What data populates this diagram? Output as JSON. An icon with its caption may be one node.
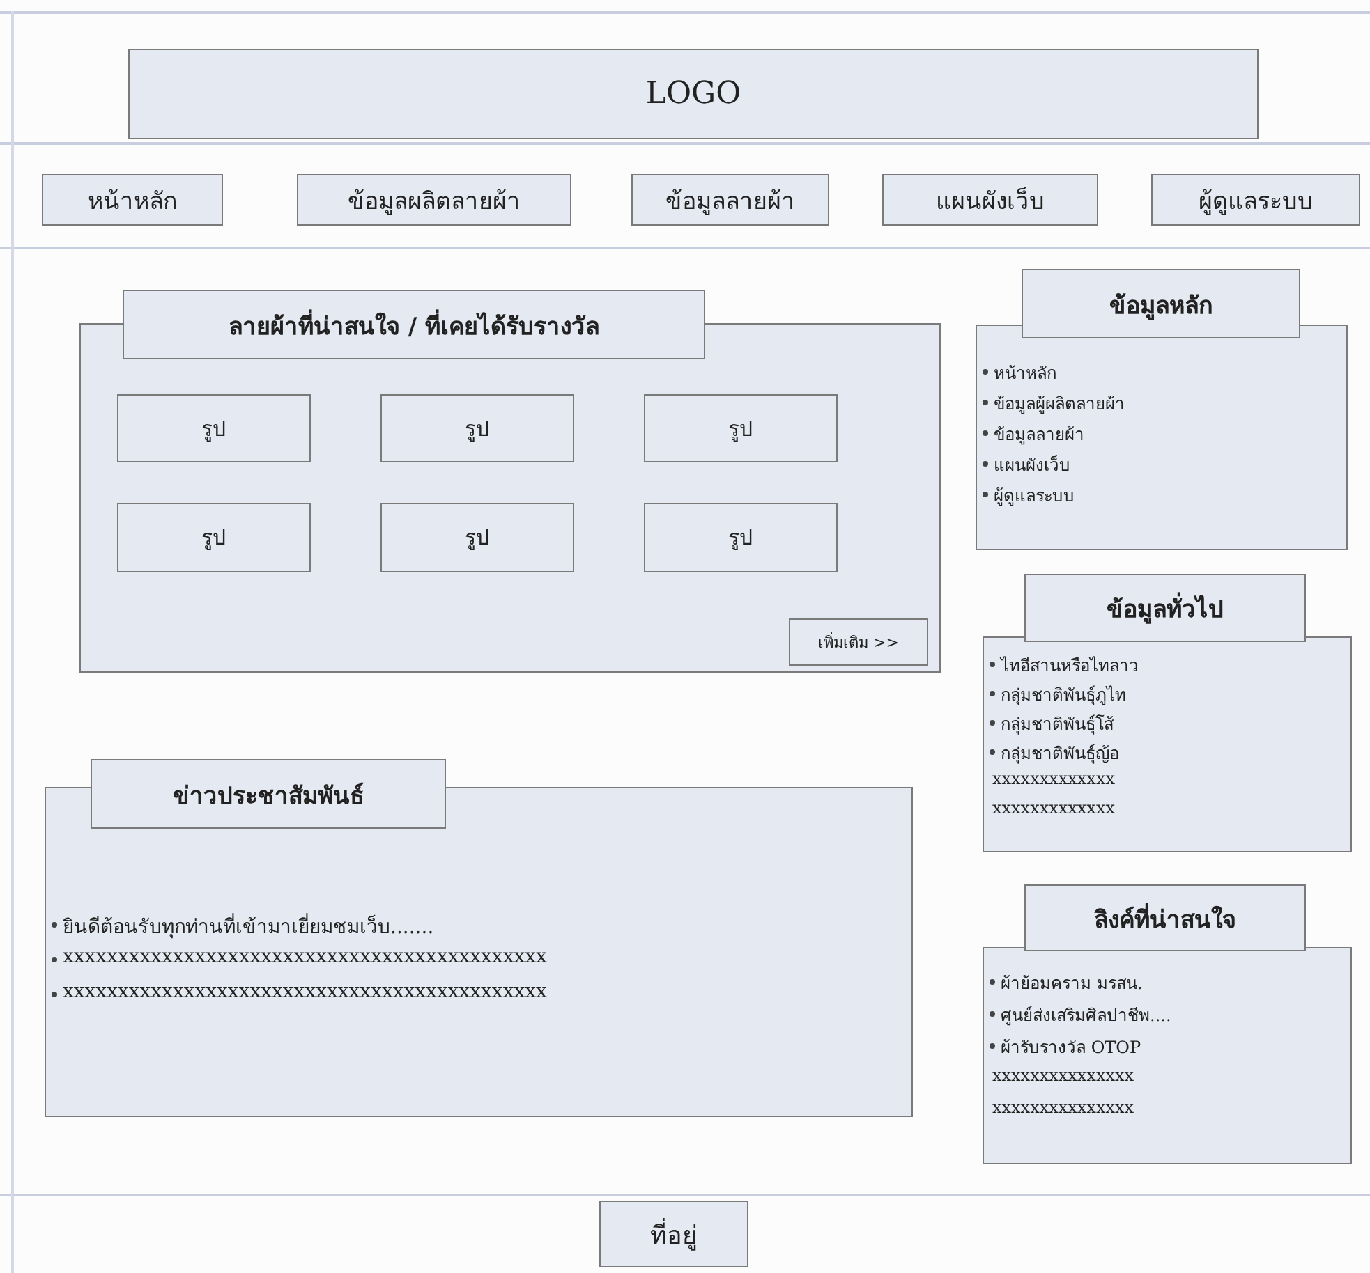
{
  "diagram": {
    "nodes": [
      {
        "text": [
          "LOGO"
        ]
      },
      {
        "text": [
          "หน้าหลัก"
        ]
      },
      {
        "text": [
          "ข้อมูลผลิตลายผ้า"
        ]
      },
      {
        "text": [
          "ข้อมูลลายผ้า"
        ]
      },
      {
        "text": [
          "แผนผังเว็บ"
        ]
      },
      {
        "text": [
          "ผู้ดูแลระบบ"
        ]
      },
      {
        "text": [
          "ลายผ้าที่น่าสนใจ / ที่เคยได้รับรางวัล"
        ]
      },
      {
        "text": [
          "รูป"
        ],
        "in": 6
      },
      {
        "text": [
          "รูป"
        ],
        "in": 6
      },
      {
        "text": [
          "รูป"
        ],
        "in": 6
      },
      {
        "text": [
          "รูป"
        ],
        "in": 6
      },
      {
        "text": [
          "รูป"
        ],
        "in": 6
      },
      {
        "text": [
          "รูป"
        ],
        "in": 6
      },
      {
        "text": [
          "เพิ่มเติม >>"
        ],
        "in": 6
      },
      {
        "text": [
          "ข่าวประชาสัมพันธ์",
          "ยินดีต้อนรับทุกท่านที่เข้ามาเยี่ยมชมเว็บ.......",
          "xxxxxxxxxxxxxxxxxxxxxxxxxxxxxxxxxxxxxxxxxxxx",
          "xxxxxxxxxxxxxxxxxxxxxxxxxxxxxxxxxxxxxxxxxxxx"
        ]
      },
      {
        "text": [
          "ข้อมูลหลัก",
          "หน้าหลัก",
          "ข้อมูลผู้ผลิตลายผ้า",
          "ข้อมูลลายผ้า",
          "แผนผังเว็บ",
          "ผู้ดูแลระบบ"
        ]
      },
      {
        "text": [
          "ข้อมูลทั่วไป",
          "ไทอีสานหรือไทลาว",
          "กลุ่มชาติพันธุ์ภูไท",
          "กลุ่มชาติพันธุ์โส้",
          "กลุ่มชาติพันธุ์ญ้อ",
          "xxxxxxxxxxxxx",
          "xxxxxxxxxxxxx"
        ]
      },
      {
        "text": [
          "ลิงค์ที่น่าสนใจ",
          "ผ้าย้อมคราม มรสน.",
          "ศูนย์ส่งเสริมศิลปาชีพ....",
          "ผ้ารับรางวัล OTOP",
          "xxxxxxxxxxxxxxx",
          "xxxxxxxxxxxxxxx"
        ]
      },
      {
        "text": [
          "ที่อยู่"
        ]
      }
    ]
  }
}
